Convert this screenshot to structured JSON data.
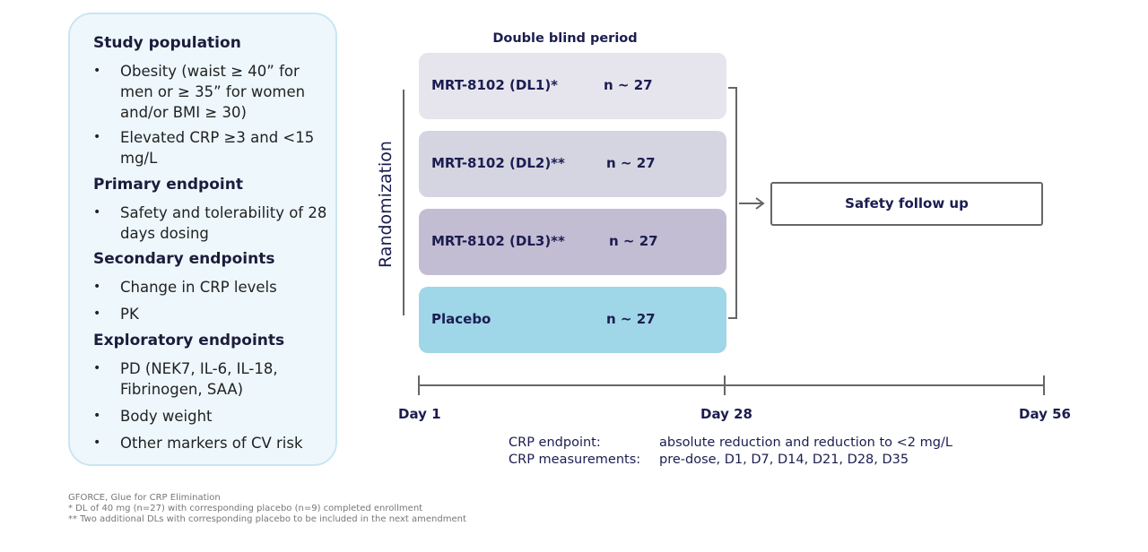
{
  "study_panel": {
    "study_population": {
      "heading": "Study population",
      "items": [
        "Obesity (waist ≥ 40” for\nmen or ≥ 35” for women\nand/or BMI ≥ 30)",
        "Elevated CRP ≥3 and <15\nmg/L"
      ]
    },
    "primary_endpoint": {
      "heading": "Primary endpoint",
      "items": [
        "Safety and tolerability of 28\ndays dosing"
      ]
    },
    "secondary_endpoints": {
      "heading": "Secondary endpoints",
      "items": [
        "Change in CRP levels",
        "PK"
      ]
    },
    "exploratory_endpoints": {
      "heading": "Exploratory endpoints",
      "items": [
        "PD (NEK7, IL-6, IL-18,\nFibrinogen, SAA)",
        "Body weight",
        "Other markers of CV risk"
      ]
    },
    "bullet_glyph": "•"
  },
  "design": {
    "period_title": "Double blind period",
    "randomization_label": "Randomization",
    "arms": [
      {
        "name": "MRT-8102 (DL1)*",
        "n": "n ~ 27",
        "color": "#e6e5ee"
      },
      {
        "name": "MRT-8102 (DL2)**",
        "n": "n ~ 27",
        "color": "#d5d4e1"
      },
      {
        "name": "MRT-8102 (DL3)**",
        "n": "n ~ 27",
        "color": "#c3bdd4"
      },
      {
        "name": "Placebo",
        "n": "n ~ 27",
        "color": "#9fd6e8"
      }
    ],
    "follow_up": "Safety follow up",
    "timeline": {
      "start": "Day 1",
      "middle": "Day 28",
      "end": "Day 56"
    }
  },
  "crp_info": {
    "endpoint_label": "CRP endpoint:",
    "endpoint_value": "absolute reduction and reduction to <2 mg/L",
    "measurements_label": "CRP measurements:",
    "measurements_value": "pre-dose, D1, D7, D14, D21, D28, D35"
  },
  "footnotes": [
    "GFORCE, Glue for CRP Elimination",
    "* DL of 40 mg (n=27) with corresponding placebo (n=9) completed enrollment",
    "** Two additional DLs with corresponding placebo to be included in the next amendment"
  ],
  "colors": {
    "accent": "#1b1d50",
    "panel_bg": "#eef8fc",
    "panel_border": "#c9e6f2"
  }
}
